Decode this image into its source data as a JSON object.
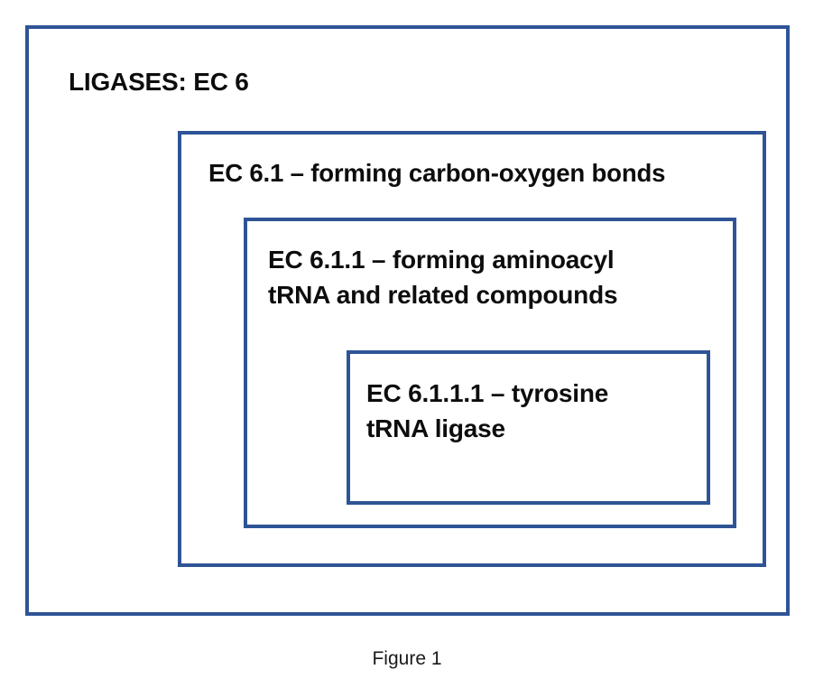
{
  "figure": {
    "caption": "Figure 1",
    "border_color": "#2f5496",
    "text_color": "#0d0d0d",
    "background_color": "#ffffff"
  },
  "hierarchy": {
    "level_1": {
      "label": "LIGASES: EC 6",
      "ec_number": "EC 6",
      "name": "LIGASES"
    },
    "level_2": {
      "label": "EC 6.1 – forming carbon-oxygen bonds",
      "ec_number": "EC 6.1",
      "name": "forming carbon-oxygen bonds"
    },
    "level_3": {
      "label": "EC 6.1.1 – forming aminoacyl\ntRNA and related compounds",
      "ec_number": "EC 6.1.1",
      "name": "forming aminoacyl tRNA and related compounds"
    },
    "level_4": {
      "label": "EC 6.1.1.1 – tyrosine\ntRNA ligase",
      "ec_number": "EC 6.1.1.1",
      "name": "tyrosine tRNA ligase"
    }
  }
}
